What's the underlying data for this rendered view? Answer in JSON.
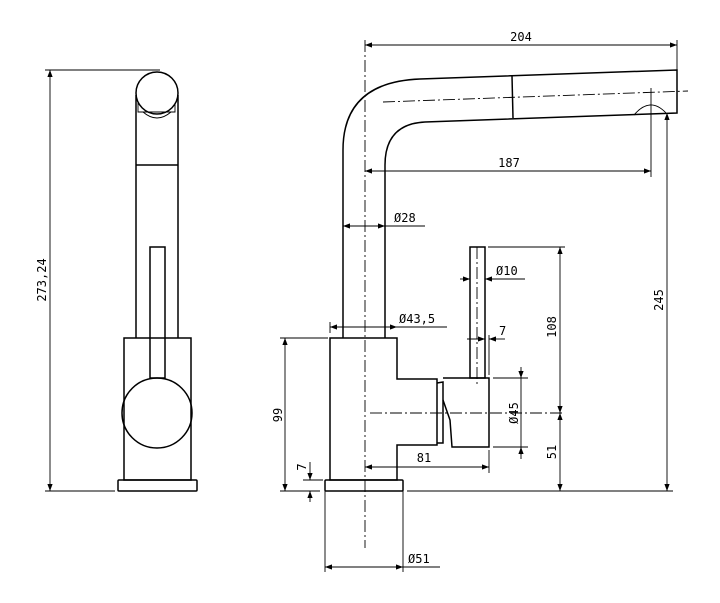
{
  "drawing": {
    "front_view": {
      "overall_height": "273,24"
    },
    "side_view": {
      "spout_reach": "204",
      "outlet_reach": "187",
      "spout_diameter": "Ø28",
      "handle_diameter": "Ø10",
      "body_top_diameter": "Ø43,5",
      "handle_offset": "7",
      "handle_height": "108",
      "spout_height": "245",
      "valve_diameter": "Ø45",
      "body_height": "99",
      "valve_axis_height": "51",
      "base_thickness": "7",
      "valve_projection": "81",
      "base_diameter": "Ø51"
    }
  }
}
